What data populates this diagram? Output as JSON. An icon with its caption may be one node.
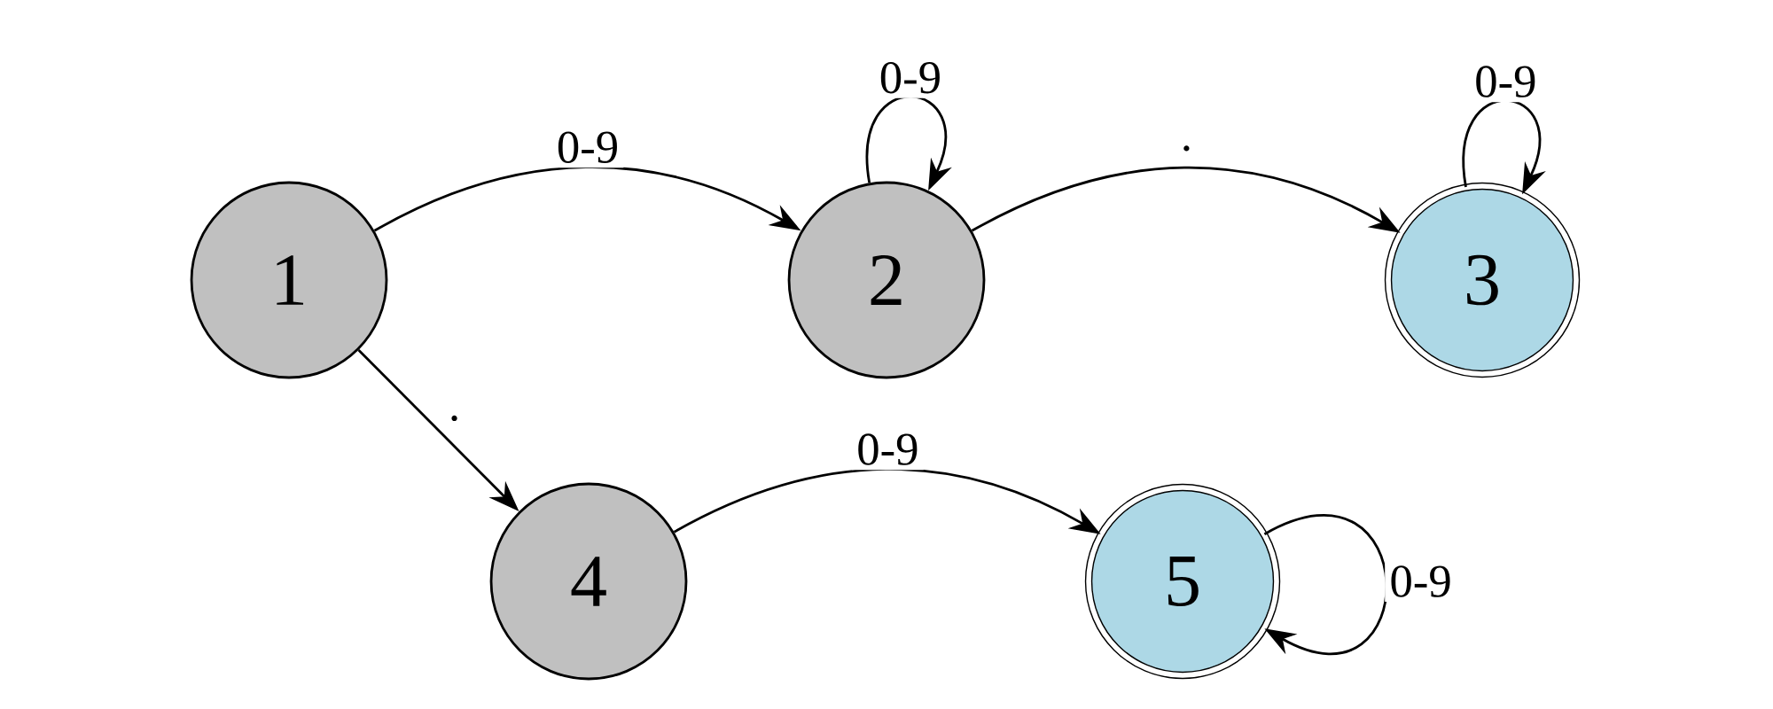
{
  "diagram": {
    "nodes": [
      {
        "text": [
          "1"
        ]
      },
      {
        "text": [
          "2"
        ]
      },
      {
        "text": [
          "3"
        ]
      },
      {
        "text": [
          "4"
        ]
      },
      {
        "text": [
          "5"
        ]
      }
    ],
    "edges": [
      {
        "from": 0,
        "to": 1,
        "arrow": "to",
        "label": "0-9"
      },
      {
        "from": 1,
        "to": 1,
        "arrow": "to",
        "label": "0-9"
      },
      {
        "from": 1,
        "to": 2,
        "arrow": "to",
        "label": "."
      },
      {
        "from": 2,
        "to": 2,
        "arrow": "to",
        "label": "0-9"
      },
      {
        "from": 0,
        "to": 3,
        "arrow": "to",
        "label": "."
      },
      {
        "from": 3,
        "to": 4,
        "arrow": "to",
        "label": "0-9"
      },
      {
        "from": 4,
        "to": 4,
        "arrow": "to",
        "label": "0-9"
      }
    ]
  }
}
